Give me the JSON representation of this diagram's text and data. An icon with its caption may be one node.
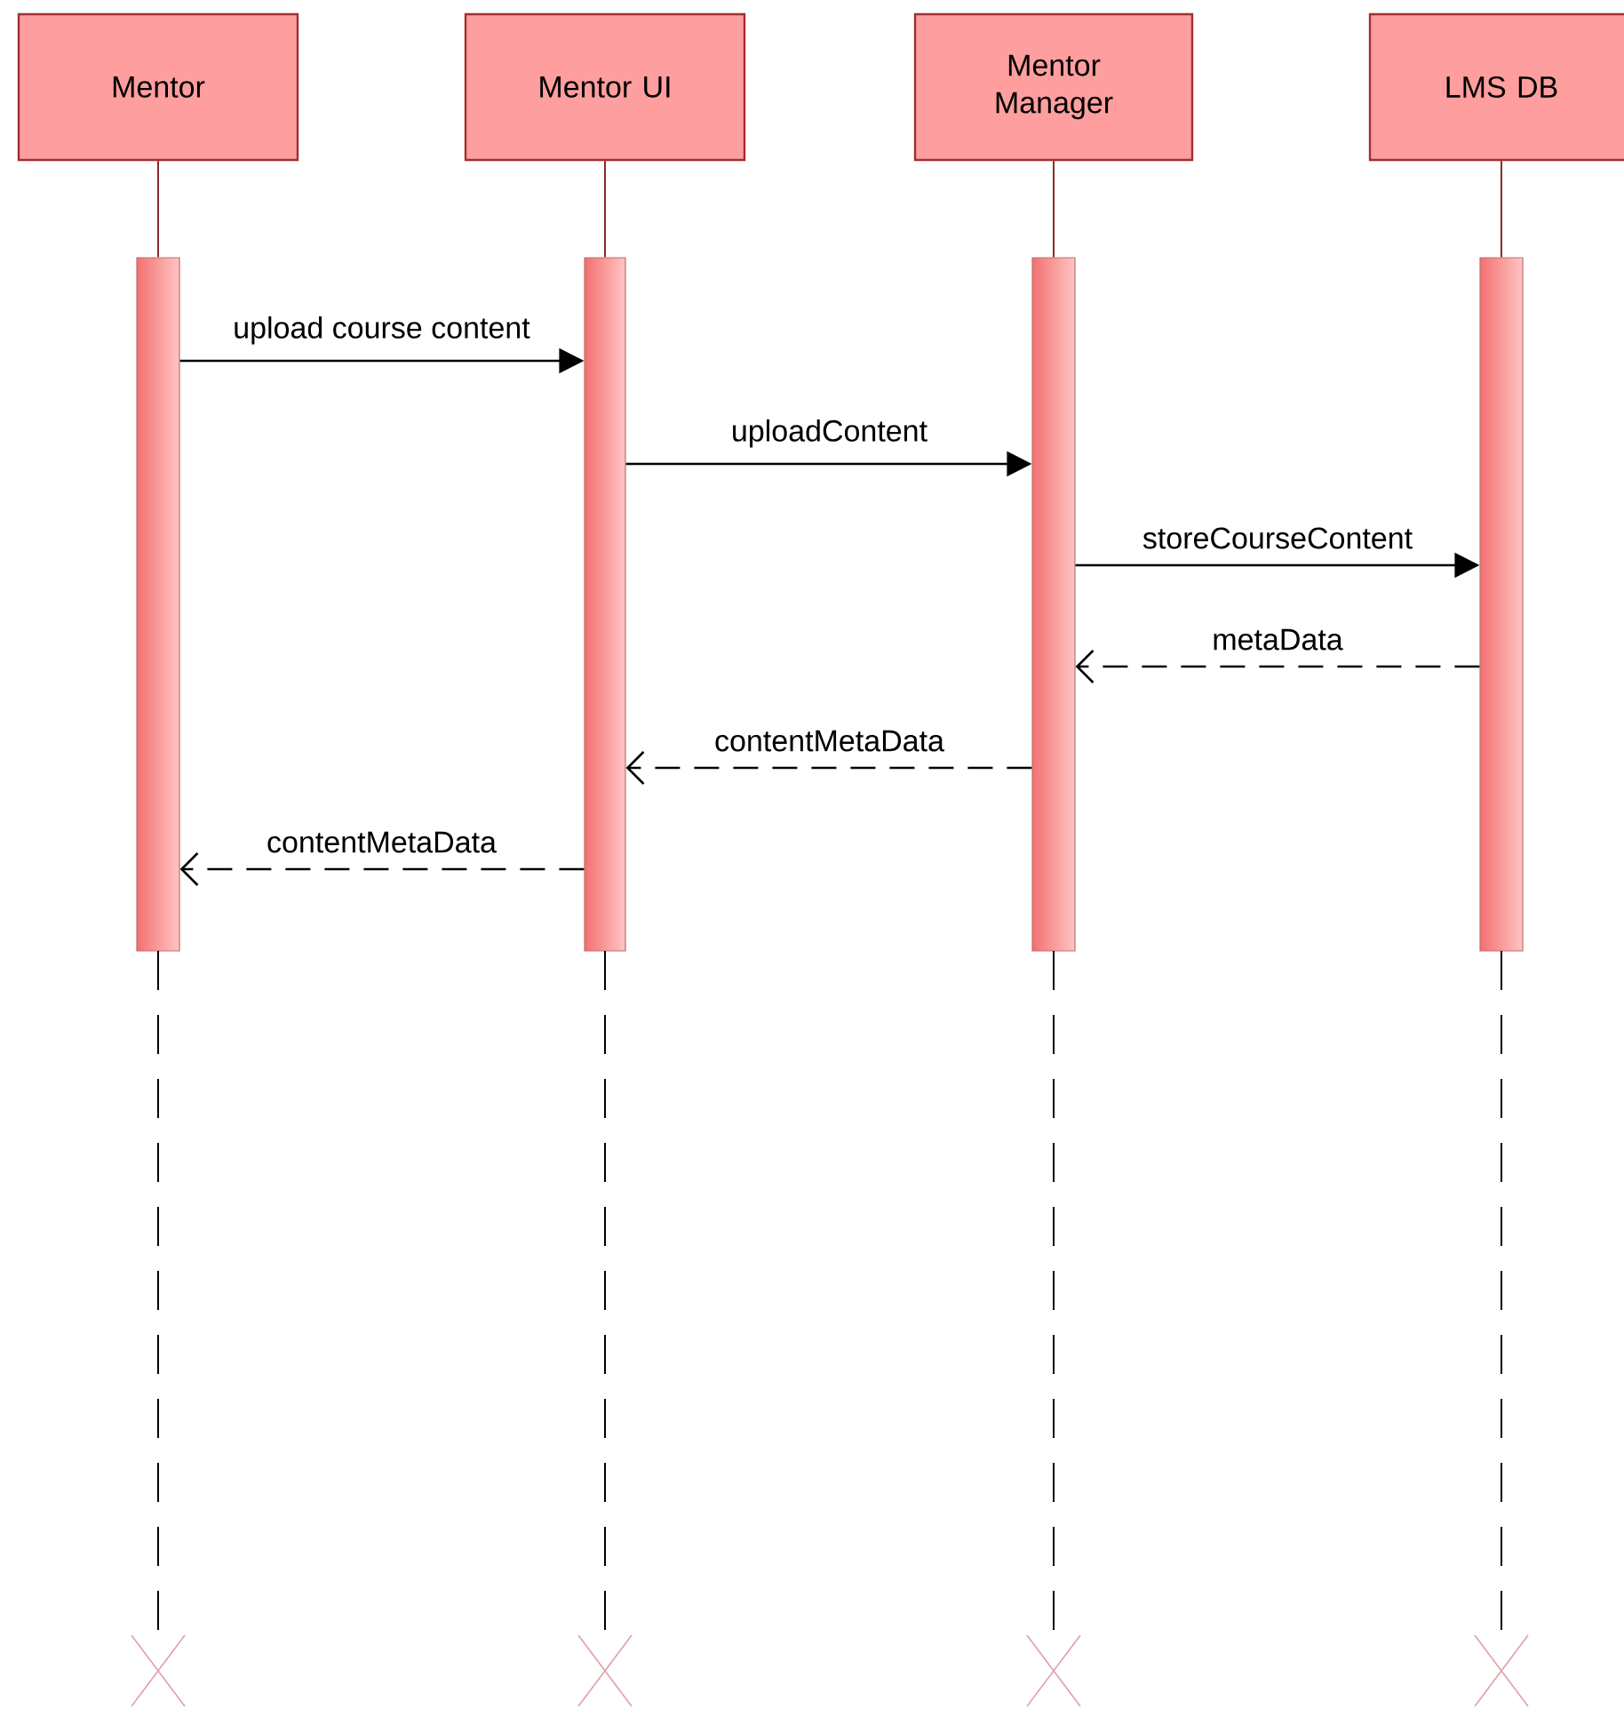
{
  "diagram": {
    "nodes": [
      {
        "text": [
          "Mentor"
        ]
      },
      {
        "text": [
          "Mentor UI"
        ]
      },
      {
        "text": [
          "Mentor Manager"
        ]
      },
      {
        "text": [
          "LMS DB"
        ]
      },
      {
        "text": [],
        "shape": "bar"
      },
      {
        "text": [],
        "shape": "bar"
      },
      {
        "text": [],
        "shape": "bar"
      },
      {
        "text": [],
        "shape": "bar"
      }
    ],
    "edges": [
      {
        "from": 4,
        "to": 5,
        "arrow": "to",
        "label": "upload course content"
      },
      {
        "from": 5,
        "to": 6,
        "arrow": "to",
        "label": "uploadContent"
      },
      {
        "from": 6,
        "to": 7,
        "arrow": "to",
        "label": "storeCourseContent"
      },
      {
        "from": 7,
        "to": 6,
        "arrow": "to",
        "label": "metaData",
        "style": "dashed"
      },
      {
        "from": 6,
        "to": 5,
        "arrow": "to",
        "label": "contentMetaData",
        "style": "dashed"
      },
      {
        "from": 5,
        "to": 4,
        "arrow": "to",
        "label": "contentMetaData",
        "style": "dashed"
      },
      {
        "from": 0,
        "to": 4,
        "arrow": "none",
        "color": "#8b2a2a"
      },
      {
        "from": 1,
        "to": 5,
        "arrow": "none",
        "color": "#8b2a2a"
      },
      {
        "from": 2,
        "to": 6,
        "arrow": "none",
        "color": "#8b2a2a"
      },
      {
        "from": 3,
        "to": 7,
        "arrow": "none",
        "color": "#8b2a2a"
      }
    ]
  }
}
